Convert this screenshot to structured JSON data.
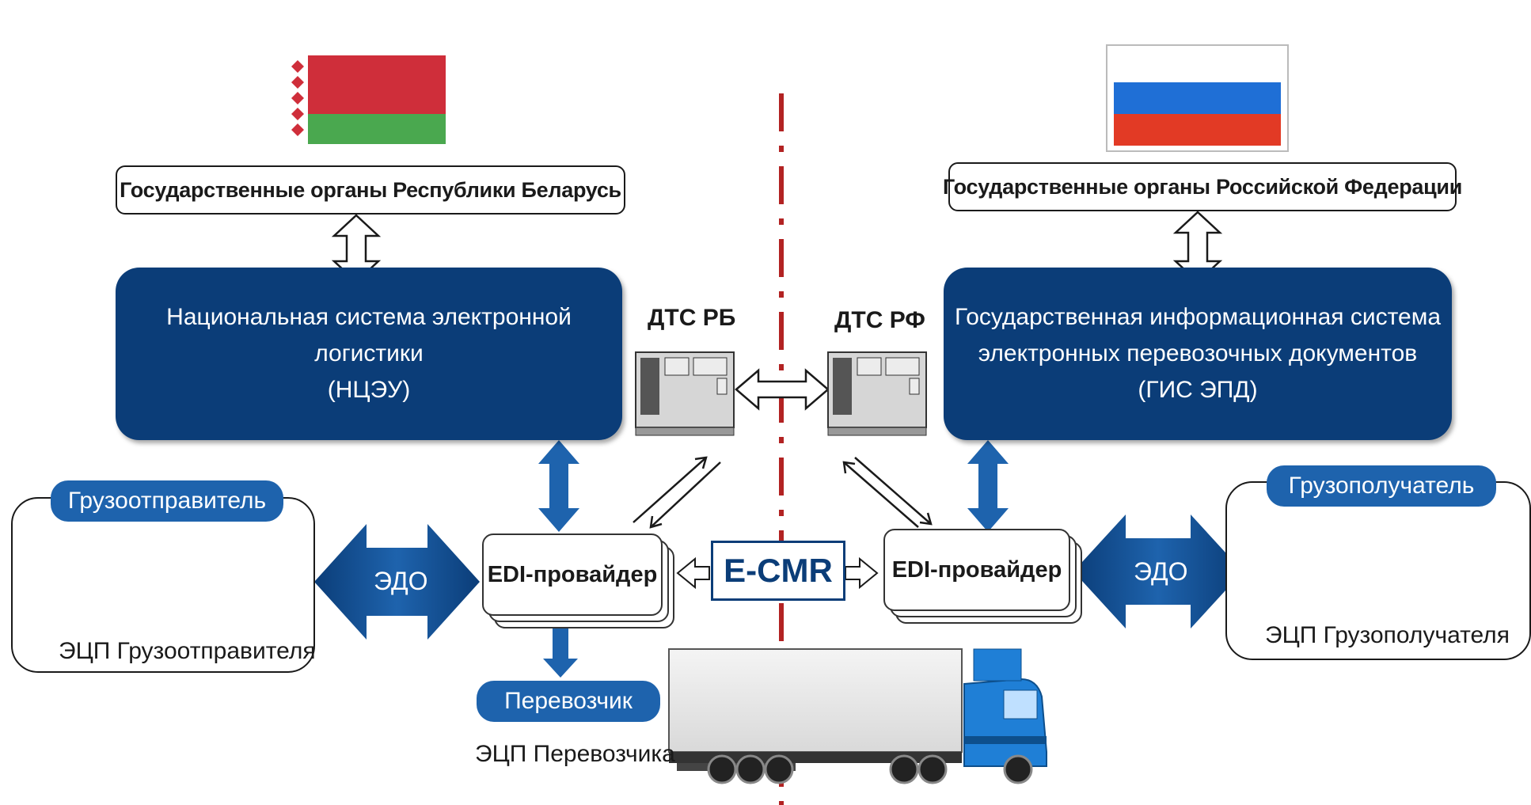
{
  "left": {
    "gov_label": "Государственные органы Республики Беларусь",
    "system_lines": [
      "Национальная система электронной",
      "логистики",
      "(НЦЭУ)"
    ],
    "dts_label": "ДТС РБ",
    "party_label": "Грузоотправитель",
    "party_signature": "ЭЦП Грузоотправителя",
    "edo_label": "ЭДО",
    "edi_label": "EDI-провайдер"
  },
  "right": {
    "gov_label": "Государственные органы Российской Федерации",
    "system_lines": [
      "Государственная информационная система",
      "электронных перевозочных документов",
      "(ГИС ЭПД)"
    ],
    "dts_label": "ДТС РФ",
    "party_label": "Грузополучатель",
    "party_signature": "ЭЦП Грузополучателя",
    "edo_label": "ЭДО",
    "edi_label": "EDI-провайдер"
  },
  "center": {
    "ecmr_label": "E-CMR",
    "carrier_label": "Перевозчик",
    "carrier_signature": "ЭЦП Перевозчика"
  },
  "colors": {
    "navy": "#0b3d78",
    "pill_blue": "#1e63ad",
    "border_line": "#b22222",
    "truck_blue": "#1f7fd6"
  }
}
